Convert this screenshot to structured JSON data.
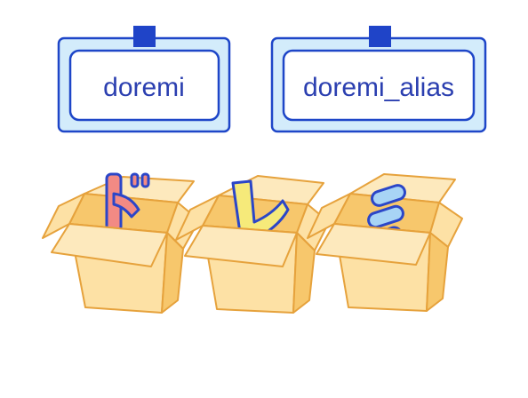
{
  "labels": [
    {
      "text": "doremi"
    },
    {
      "text": "doremi_alias"
    }
  ],
  "boxes": [
    {
      "content": "ド"
    },
    {
      "content": "レ"
    },
    {
      "content": "ミ"
    }
  ],
  "colors": {
    "tag_fill": "#d3ecfb",
    "tag_border": "#1e46c8",
    "tag_clip": "#1f44c8",
    "label_text": "#2b3fb0",
    "box_fill": "#fde1a5",
    "box_shade": "#f7c76c",
    "box_outline": "#e6a23c",
    "char_do": "#f28a84",
    "char_re": "#f6ea7a",
    "char_mi": "#a8d4f5",
    "char_outline": "#2b46c8"
  }
}
